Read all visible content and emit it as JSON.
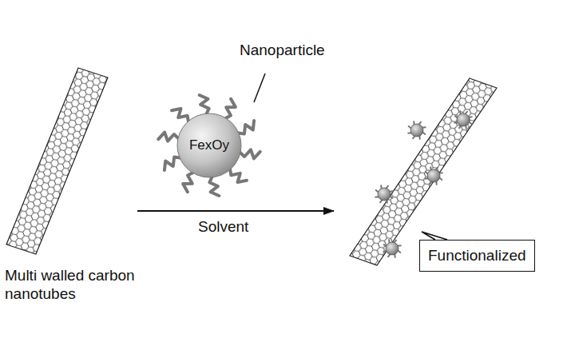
{
  "diagram": {
    "nodes": [
      {
        "text": [
          "FexOy"
        ]
      },
      {
        "text": [
          "Functionalized"
        ]
      }
    ],
    "edges": [],
    "labels": [
      "Nanoparticle",
      "Solvent",
      "Multi walled carbon nanotubes"
    ]
  }
}
